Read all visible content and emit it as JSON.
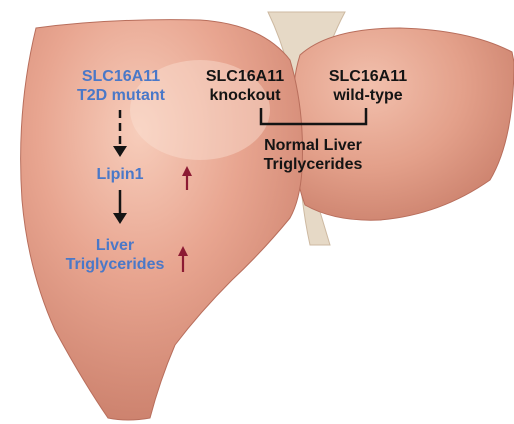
{
  "colors": {
    "liver": "#e4a08b",
    "liver_shadow": "#c47865",
    "liver_highlight": "#f6cbb9",
    "ligament": "#e8dccb",
    "mutant_text": "#4a78c8",
    "up_arrow": "#8c1a33",
    "text_dark": "#141414"
  },
  "mutant_pathway": {
    "gene_line1": "SLC16A11",
    "gene_line2": "T2D mutant",
    "lipin": "Lipin1",
    "tg_line1": "Liver",
    "tg_line2": "Triglycerides"
  },
  "comparison": {
    "knockout_line1": "SLC16A11",
    "knockout_line2": "knockout",
    "wildtype_line1": "SLC16A11",
    "wildtype_line2": "wild-type",
    "result_line1": "Normal Liver",
    "result_line2": "Triglycerides"
  },
  "icons": {
    "dashed_arrow": "arrow-down-dashed-icon",
    "solid_arrow": "arrow-down-solid-icon",
    "increase": "arrow-up-increase-icon"
  }
}
